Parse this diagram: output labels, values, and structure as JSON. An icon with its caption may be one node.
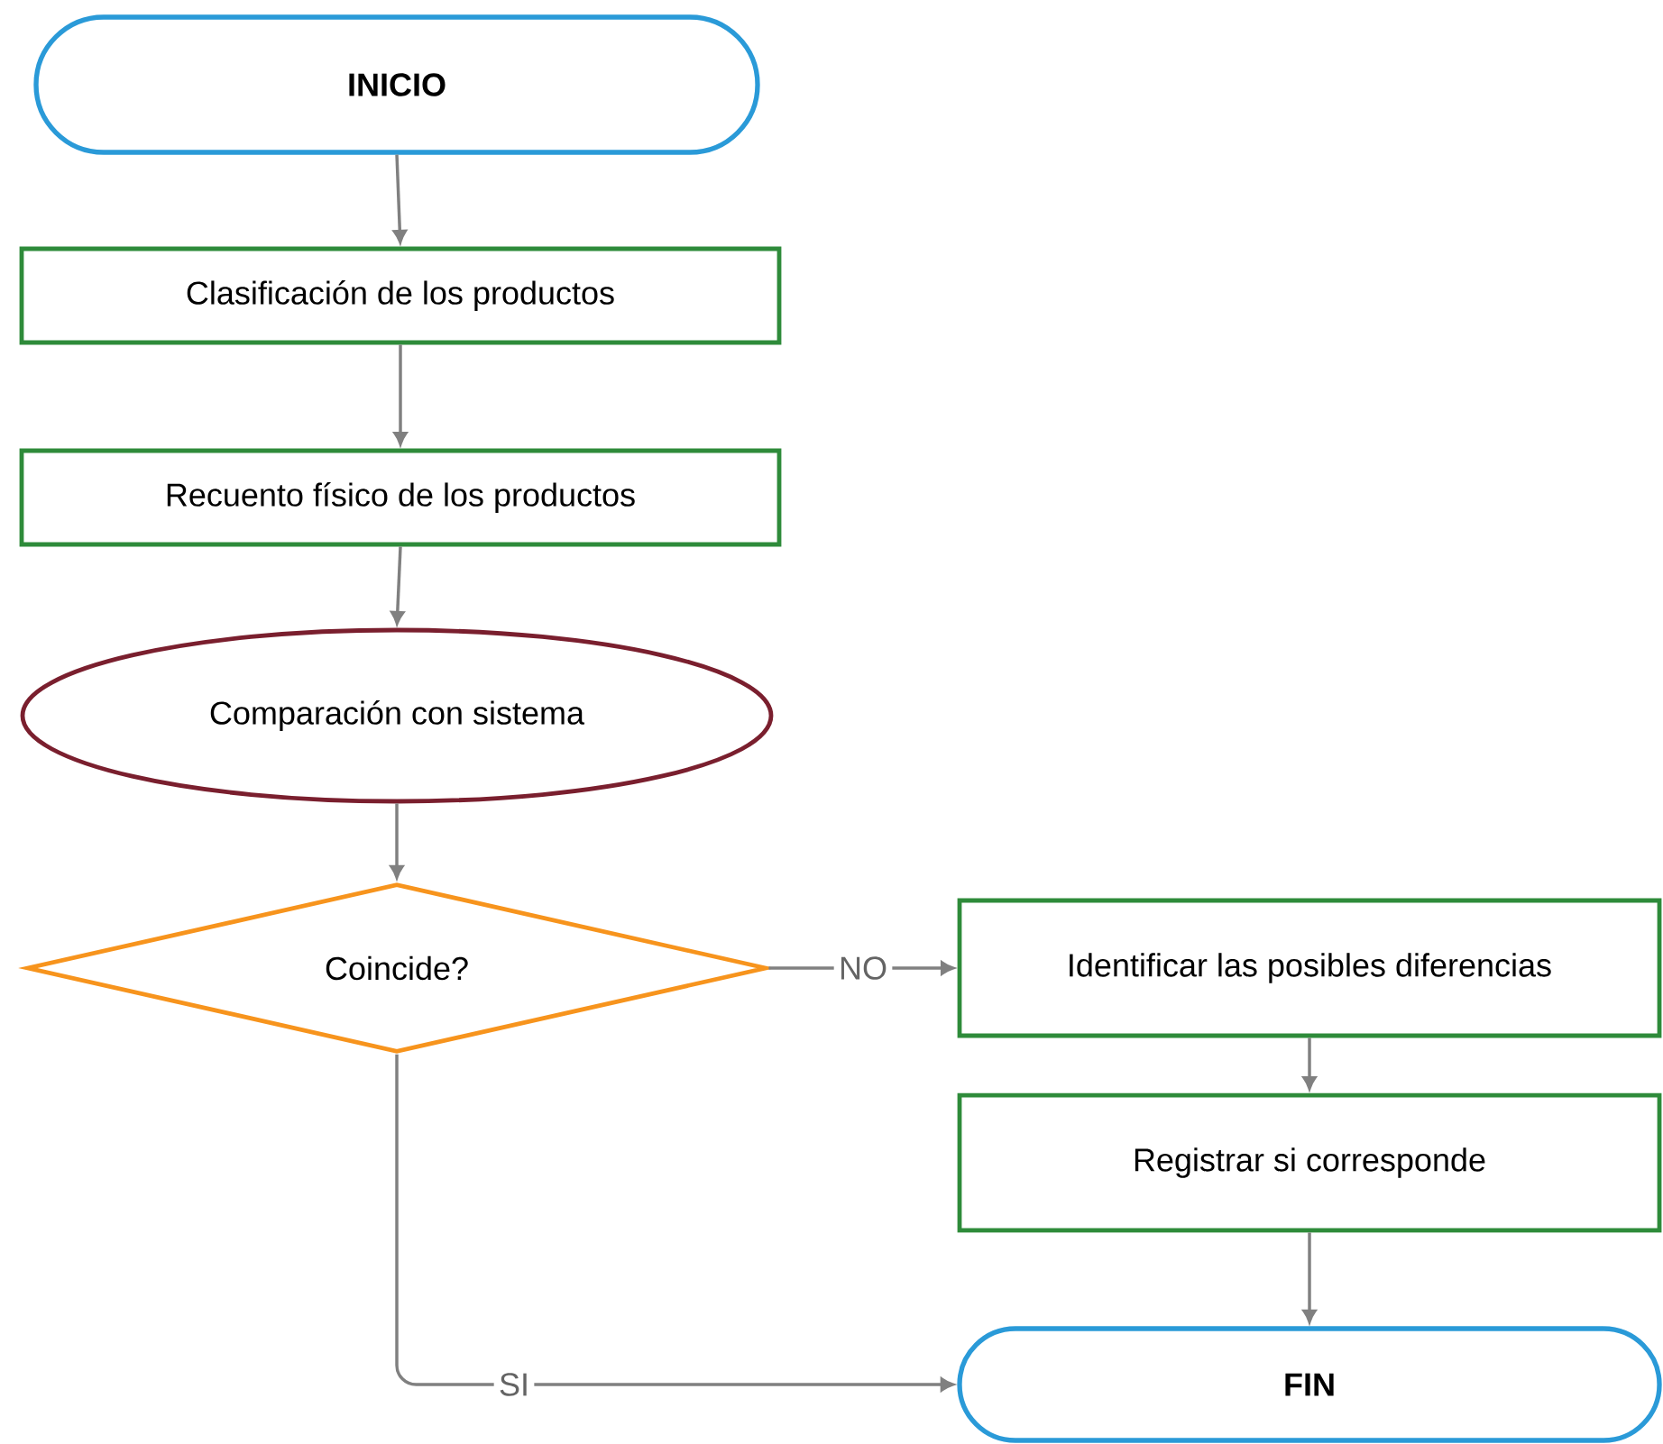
{
  "diagram": {
    "nodes": [
      {
        "text": [
          "INICIO"
        ]
      },
      {
        "text": [
          "Clasificación de los productos"
        ]
      },
      {
        "text": [
          "Recuento físico de los productos"
        ]
      },
      {
        "text": [
          "Comparación con sistema"
        ]
      },
      {
        "text": [
          "Coincide?"
        ]
      },
      {
        "text": [
          "Identificar las posibles diferencias"
        ]
      },
      {
        "text": [
          "Registrar si corresponde"
        ]
      },
      {
        "text": [
          "FIN"
        ]
      }
    ],
    "edges": [
      {
        "from": 0,
        "to": 1,
        "arrow": "to"
      },
      {
        "from": 1,
        "to": 2,
        "arrow": "to"
      },
      {
        "from": 2,
        "to": 3,
        "arrow": "to"
      },
      {
        "from": 3,
        "to": 4,
        "arrow": "to"
      },
      {
        "from": 4,
        "to": 5,
        "arrow": "to",
        "label": "NO"
      },
      {
        "from": 5,
        "to": 6,
        "arrow": "to"
      },
      {
        "from": 6,
        "to": 7,
        "arrow": "to"
      },
      {
        "from": 4,
        "to": 7,
        "arrow": "to",
        "label": "SI"
      }
    ]
  }
}
